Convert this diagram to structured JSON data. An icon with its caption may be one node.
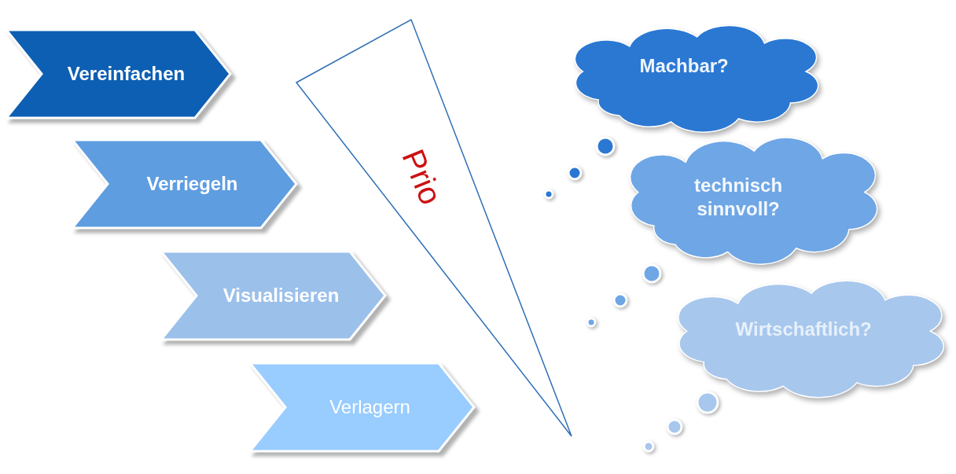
{
  "diagram": {
    "nodes": [
      {
        "text": [
          "Vereinfachen"
        ]
      },
      {
        "text": [
          "Verriegeln"
        ]
      },
      {
        "text": [
          "Visualisieren"
        ]
      },
      {
        "text": [
          "Verlagern"
        ]
      },
      {
        "text": [
          "Prio"
        ]
      },
      {
        "text": [
          "Machbar?"
        ]
      },
      {
        "text": [
          "technisch sinnvoll?"
        ]
      },
      {
        "text": [
          "Wirtschaftlich?"
        ]
      }
    ],
    "edges": []
  }
}
